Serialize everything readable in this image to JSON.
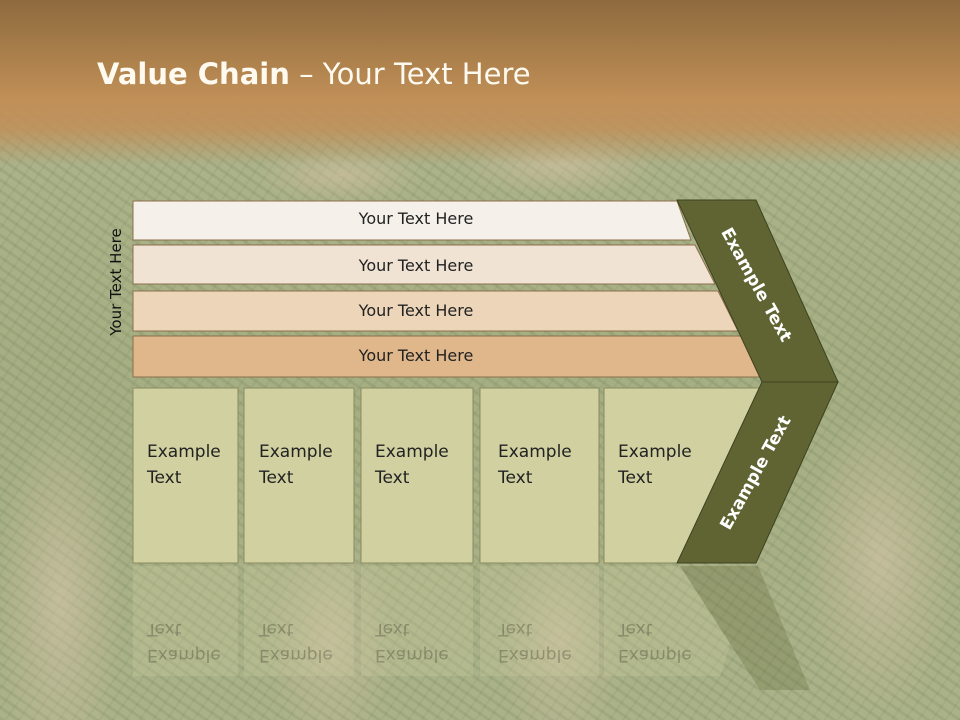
{
  "title": {
    "bold": "Value Chain",
    "rest": " – Your Text Here"
  },
  "side_label": "Your Text Here",
  "rows": [
    {
      "label": "Your Text Here",
      "color": "#f5f1ea"
    },
    {
      "label": "Your Text Here",
      "color": "#f1e3d3"
    },
    {
      "label": "Your Text Here",
      "color": "#ecd5b8"
    },
    {
      "label": "Your Text Here",
      "color": "#e0b78a"
    }
  ],
  "boxes": [
    {
      "label": "Example\nText"
    },
    {
      "label": "Example\nText"
    },
    {
      "label": "Example\nText"
    },
    {
      "label": "Example\nText"
    },
    {
      "label": "Example\nText"
    }
  ],
  "chevron": {
    "upper_label": "Example Text",
    "lower_label": "Example Text",
    "color": "#5f6432"
  },
  "colors": {
    "box_fill": "#d1d0a1",
    "box_stroke": "#8a8a5e",
    "row_stroke": "#8a6f4a"
  }
}
